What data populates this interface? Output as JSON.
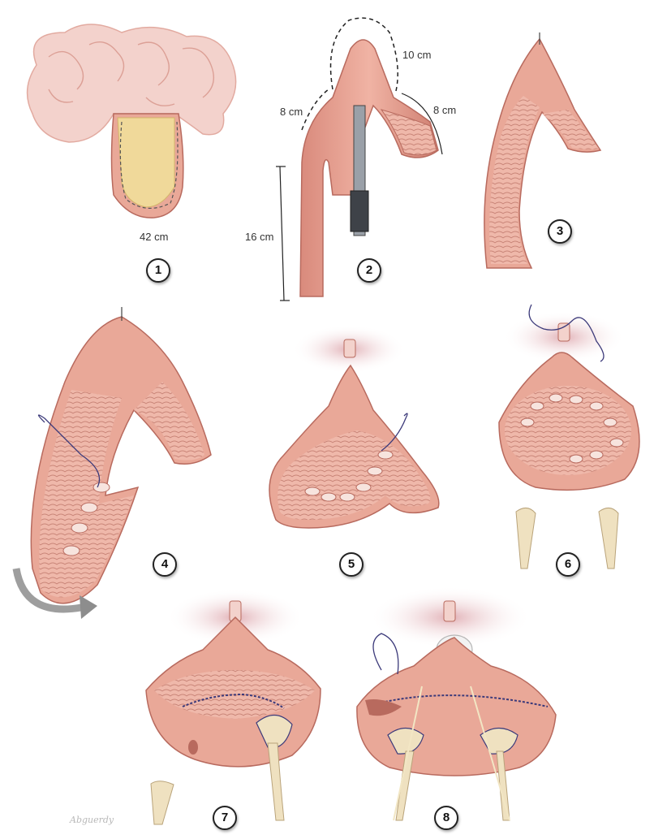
{
  "panels": [
    {
      "step": "1",
      "measurements": [
        "42 cm"
      ]
    },
    {
      "step": "2",
      "measurements": [
        "10 cm",
        "8 cm",
        "8 cm",
        "16 cm"
      ]
    },
    {
      "step": "3",
      "measurements": []
    },
    {
      "step": "4",
      "measurements": []
    },
    {
      "step": "5",
      "measurements": []
    },
    {
      "step": "6",
      "measurements": []
    },
    {
      "step": "7",
      "measurements": []
    },
    {
      "step": "8",
      "measurements": []
    }
  ],
  "signature": "Abguerdy",
  "colors": {
    "tissue": "#e9a898",
    "tissue_dark": "#c7786a",
    "mucosa": "#f1c2b5",
    "mesentery": "#f0d99a",
    "bowel": "#f3d2cc",
    "suture": "#3c3a7a",
    "ureter": "#efe1c0",
    "arrow": "#9e9e9e"
  }
}
